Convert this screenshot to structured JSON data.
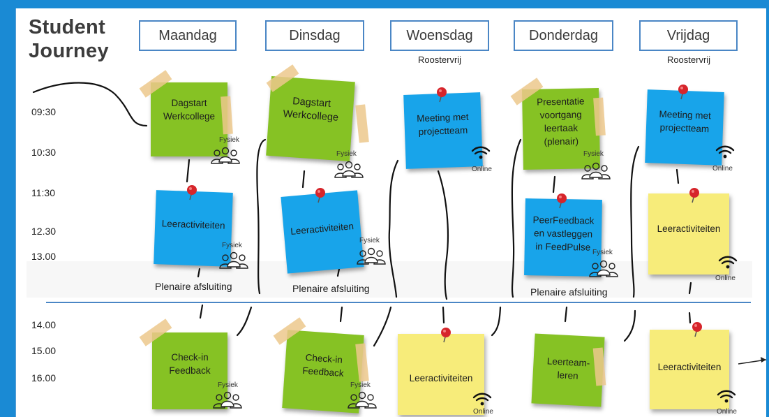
{
  "title": {
    "line1": "Student",
    "line2": "Journey"
  },
  "days": [
    "Maandag",
    "Dinsdag",
    "Woensdag",
    "Donderdag",
    "Vrijdag"
  ],
  "day_notes": {
    "woensdag": "Roostervrij",
    "vrijdag": "Roostervrij"
  },
  "times": [
    "09:30",
    "10:30",
    "11:30",
    "12.30",
    "13.00",
    "14.00",
    "15.00",
    "16.00"
  ],
  "modes": {
    "fysiek": "Fysiek",
    "online": "Online"
  },
  "notes": {
    "mon1": "Dagstart Werkcollege",
    "tue1": "Dagstart Werkcollege",
    "wed1": "Meeting met projectteam",
    "thu1": "Presentatie voortgang leertaak (plenair)",
    "fri1": "Meeting met projectteam",
    "mon2": "Leeractiviteiten",
    "tue2": "Leeractiviteiten",
    "thu2": "PeerFeedback en vastleggen in FeedPulse",
    "fri2": "Leeractiviteiten",
    "mon3": "Check-in Feedback",
    "tue3": "Check-in Feedback",
    "wed3": "Leeractiviteiten",
    "thu3": "Leerteam-leren",
    "fri3": "Leeractiviteiten"
  },
  "closing": "Plenaire afsluiting",
  "colors": {
    "green": "#86c224",
    "blue": "#18a4ea",
    "yellow": "#f7ec7a",
    "border": "#4a86c5",
    "edge": "#1a8ad4"
  },
  "icons": [
    "pushpin-icon",
    "tape-icon",
    "people-icon",
    "wifi-icon",
    "arrow-right-icon"
  ]
}
